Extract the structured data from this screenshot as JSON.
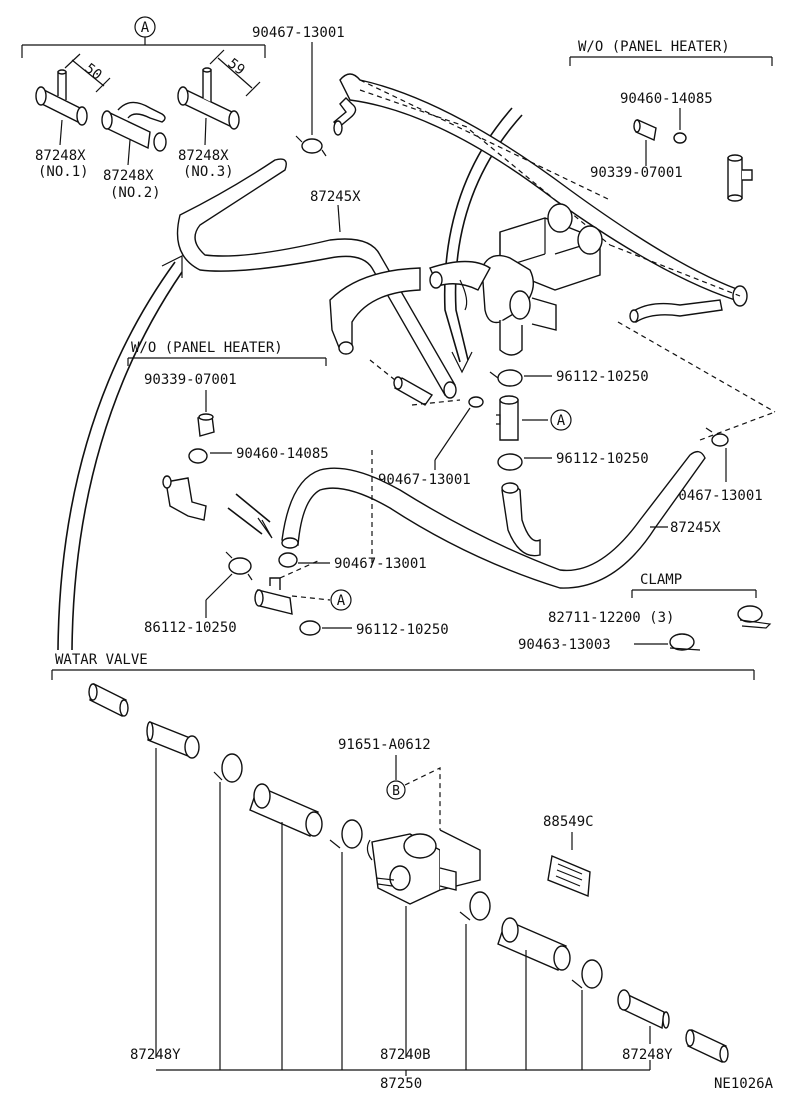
{
  "callouts": {
    "a_top": "A",
    "a_mid": "A",
    "a_left": "A",
    "b": "B"
  },
  "dims": {
    "d1": "50",
    "d2": "59"
  },
  "parts": {
    "p_87248x_1": "87248X",
    "p_no1": "(NO.1)",
    "p_87248x_2": "87248X",
    "p_no2": "(NO.2)",
    "p_87248x_3": "87248X",
    "p_no3": "(NO.3)",
    "p_90467_top": "90467-13001",
    "p_87245x_top": "87245X",
    "wo_panel_right": "W/O  (PANEL HEATER)",
    "p_90460_right": "90460-14085",
    "p_90339_right": "90339-07001",
    "p_96112_a": "96112-10250",
    "p_96112_b": "96112-10250",
    "p_90467_mid": "90467-13001",
    "p_90467_right": "90467-13001",
    "p_87245x_right": "87245X",
    "wo_panel_left": "W/O  (PANEL HEATER)",
    "p_90339_left": "90339-07001",
    "p_90460_left": "90460-14085",
    "p_90467_left": "90467-13001",
    "p_86112": "86112-10250",
    "p_96112_c": "96112-10250",
    "clamp_title": "CLAMP",
    "p_82711": "82711-12200 (3)",
    "p_90463": "90463-13003",
    "watar_valve": "WATAR VALVE",
    "p_91651": "91651-A0612",
    "p_88549c": "88549C",
    "p_87248y_left": "87248Y",
    "p_87240b": "87240B",
    "p_87248y_right": "87248Y",
    "p_87250": "87250",
    "diagram_code": "NE1026A"
  }
}
